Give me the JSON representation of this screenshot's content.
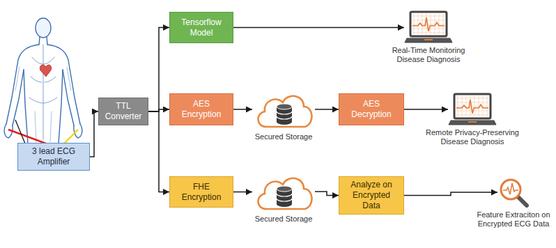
{
  "diagram": {
    "nodes": [
      {
        "text": [
          "3 lead ECG Amplifier"
        ]
      },
      {
        "text": [
          "TTL Converter"
        ]
      },
      {
        "text": [
          "Tensorflow Model"
        ]
      },
      {
        "text": [
          "Real-Time Monitoring Disease Diagnosis"
        ]
      },
      {
        "text": [
          "AES Encryption"
        ]
      },
      {
        "text": [
          "Secured Storage"
        ]
      },
      {
        "text": [
          "AES Decryption"
        ]
      },
      {
        "text": [
          "Remote Privacy-Preserving Disease Diagnosis"
        ]
      },
      {
        "text": [
          "FHE Encryption"
        ]
      },
      {
        "text": [
          "Secured Storage"
        ]
      },
      {
        "text": [
          "Analyze on Encrypted Data"
        ]
      },
      {
        "text": [
          "Feature Extraciton on Encrypted ECG Data"
        ]
      }
    ],
    "edges": [
      {
        "from": 0,
        "to": 1,
        "arrow": "to"
      },
      {
        "from": 1,
        "to": 2,
        "arrow": "to"
      },
      {
        "from": 1,
        "to": 4,
        "arrow": "to"
      },
      {
        "from": 1,
        "to": 8,
        "arrow": "to"
      },
      {
        "from": 2,
        "to": 3,
        "arrow": "to"
      },
      {
        "from": 4,
        "to": 5,
        "arrow": "to"
      },
      {
        "from": 5,
        "to": 6,
        "arrow": "to"
      },
      {
        "from": 6,
        "to": 7,
        "arrow": "to"
      },
      {
        "from": 8,
        "to": 9,
        "arrow": "to"
      },
      {
        "from": 9,
        "to": 10,
        "arrow": "to"
      },
      {
        "from": 10,
        "to": 11,
        "arrow": "to"
      }
    ]
  }
}
